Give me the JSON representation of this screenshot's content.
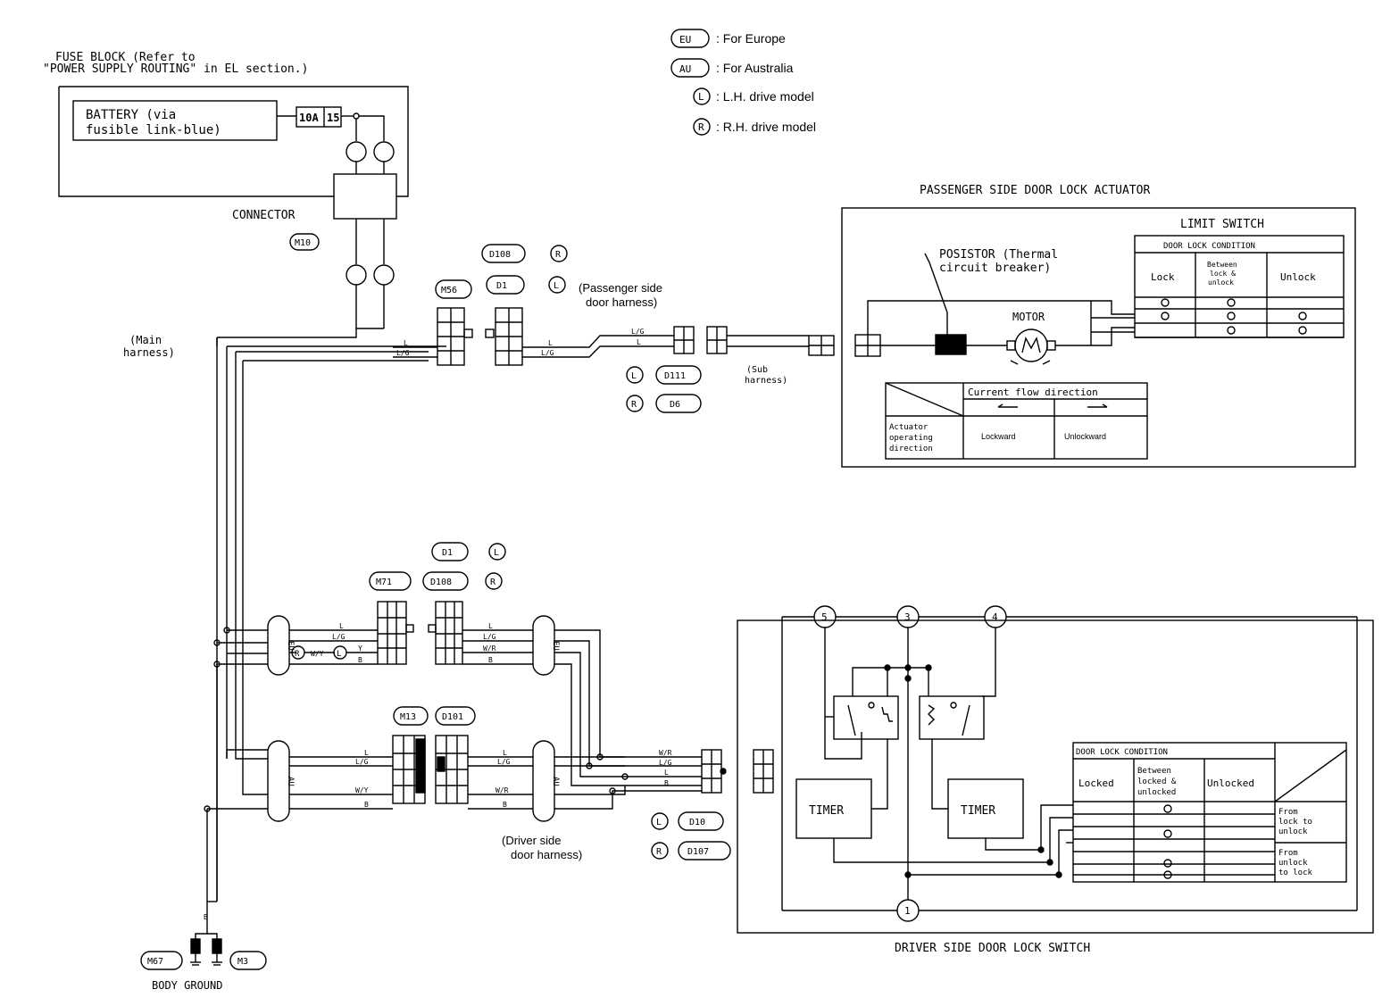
{
  "legend": {
    "eu": {
      "code": "EU",
      "desc": ": For Europe"
    },
    "au": {
      "code": "AU",
      "desc": ": For Australia"
    },
    "lh": {
      "code": "L",
      "desc": ": L.H. drive model"
    },
    "rh": {
      "code": "R",
      "desc": ": R.H. drive model"
    }
  },
  "fuse_block": {
    "title_line1": "FUSE BLOCK (Refer to",
    "title_line2": "\"POWER SUPPLY ROUTING\" in EL section.)",
    "battery_line1": "BATTERY (via",
    "battery_line2": "fusible link-blue)",
    "fuse_amp": "10A",
    "fuse_no": "15",
    "connector_label": "CONNECTOR",
    "connector_id": "M10"
  },
  "harness_labels": {
    "main_line1": "(Main",
    "main_line2": "harness)",
    "passenger_line1": "(Passenger side",
    "passenger_line2": "door harness)",
    "sub_line1": "(Sub",
    "sub_line2": "harness)",
    "driver_line1": "(Driver side",
    "driver_line2": "door harness)"
  },
  "connectors": {
    "m56": "M56",
    "d108_top": "D108",
    "d1_top": "D1",
    "d111": "D111",
    "d6": "D6",
    "d1_mid": "D1",
    "d108_mid": "D108",
    "m71": "M71",
    "m13": "M13",
    "d101": "D101",
    "d10": "D10",
    "d107": "D107",
    "m67": "M67",
    "m3": "M3"
  },
  "markers": {
    "r": "R",
    "l": "L",
    "eu": "EU",
    "au": "AU"
  },
  "wires": {
    "l": "L",
    "lg": "L/G",
    "wr": "W/R",
    "b": "B",
    "wy": "W/Y",
    "y": "Y"
  },
  "passenger_actuator": {
    "title": "PASSENGER SIDE DOOR LOCK ACTUATOR",
    "limit_switch": "LIMIT SWITCH",
    "door_lock_condition": "DOOR LOCK CONDITION",
    "lock": "Lock",
    "between_line1": "Between",
    "between_line2": "lock &",
    "between_line3": "unlock",
    "unlock": "Unlock",
    "posistor_line1": "POSISTOR (Thermal",
    "posistor_line2": "circuit breaker)",
    "motor": "MOTOR",
    "current_flow": "Current flow direction",
    "actuator_line1": "Actuator",
    "actuator_line2": "operating",
    "actuator_line3": "direction",
    "lockward": "Lockward",
    "unlockward": "Unlockward"
  },
  "driver_switch": {
    "title": "DRIVER SIDE DOOR LOCK SWITCH",
    "pin5": "5",
    "pin3": "3",
    "pin4": "4",
    "pin1": "1",
    "timer_left": "TIMER",
    "timer_right": "TIMER",
    "door_lock_condition": "DOOR LOCK CONDITION",
    "locked": "Locked",
    "between_line1": "Between",
    "between_line2": "locked &",
    "between_line3": "unlocked",
    "unlocked": "Unlocked",
    "from_lock_line1": "From",
    "from_lock_line2": "lock to",
    "from_lock_line3": "unlock",
    "from_unlock_line1": "From",
    "from_unlock_line2": "unlock",
    "from_unlock_line3": "to lock"
  },
  "ground": {
    "label": "BODY GROUND"
  }
}
